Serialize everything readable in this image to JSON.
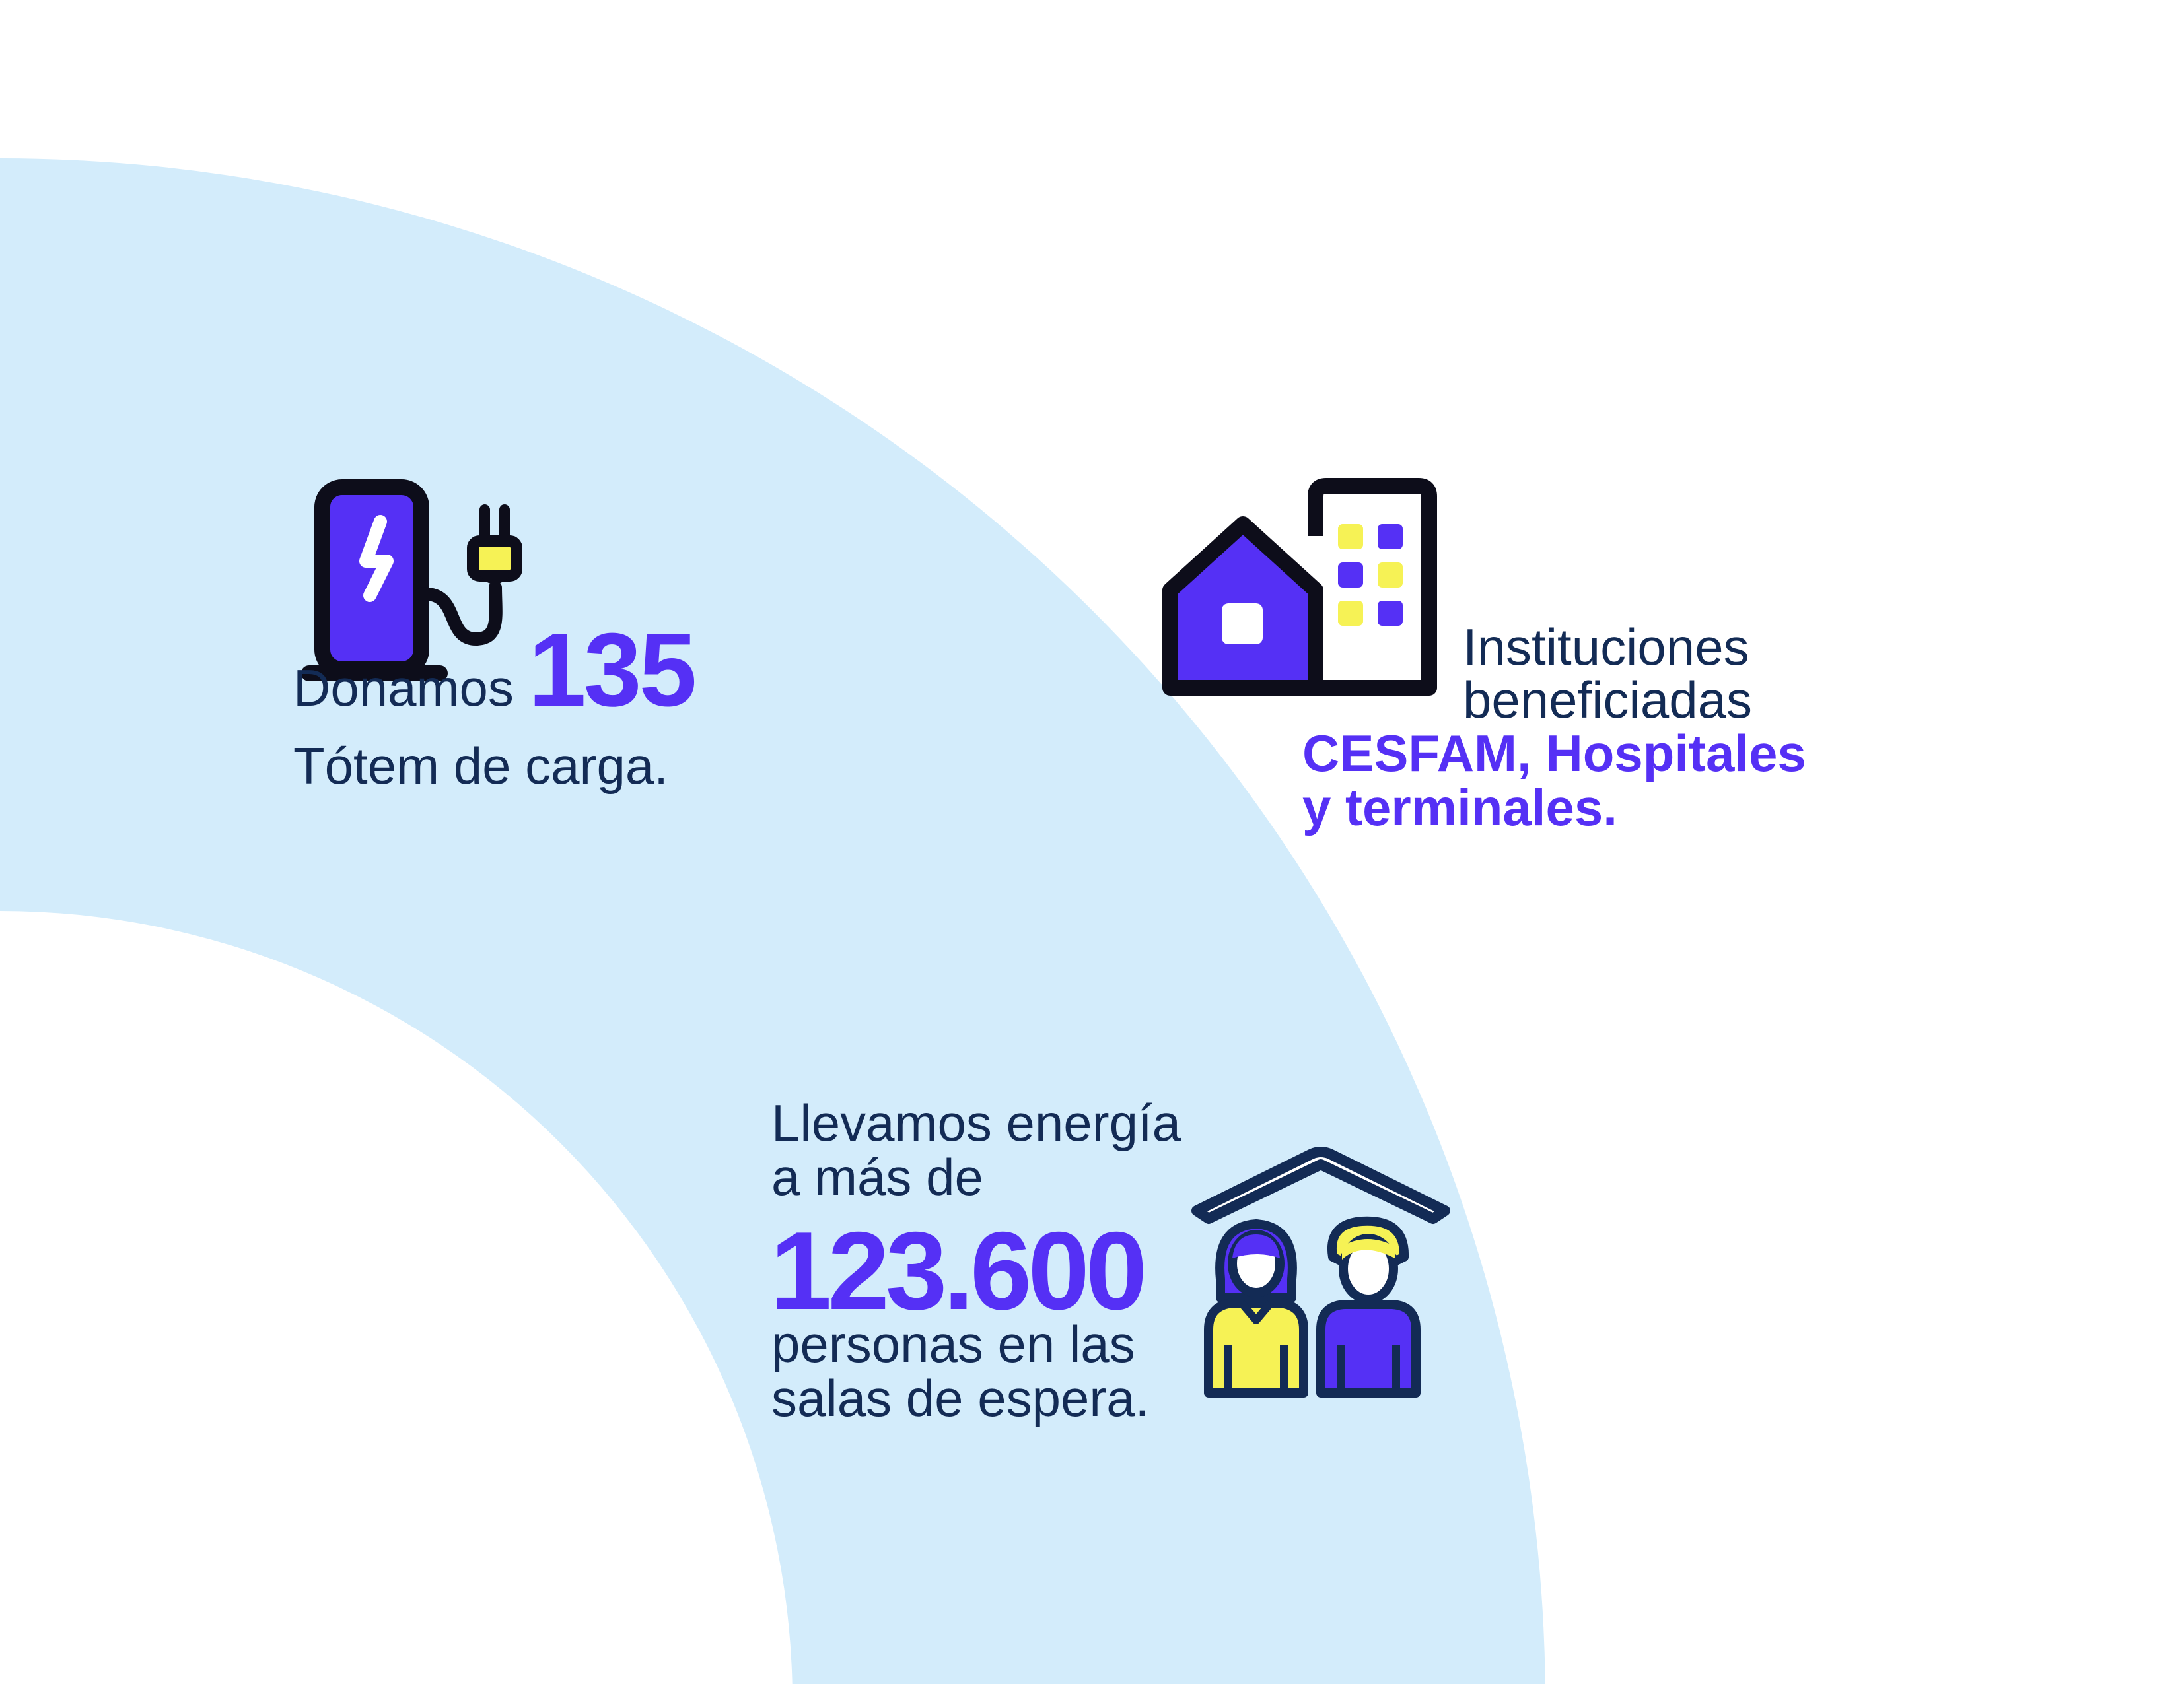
{
  "colors": {
    "background": "#ffffff",
    "arc": "#d3ecfb",
    "dark_text": "#132b55",
    "accent": "#5530f5",
    "yellow": "#f6f255",
    "icon_outline": "#0d0d1a"
  },
  "blocks": {
    "totem": {
      "icon": "charging-station-icon",
      "label": "Donamos",
      "number": "135",
      "caption": "Tótem de carga."
    },
    "institutions": {
      "icon": "house-and-building-icon",
      "line1": "Instituciones",
      "line2": "beneficiadas",
      "highlight_line1": "CESFAM, Hospitales",
      "highlight_line2": "y terminales."
    },
    "people": {
      "icon": "people-under-roof-icon",
      "line1": "Llevamos energía",
      "line2": "a más de",
      "number": "123.600",
      "line3": "personas en las",
      "line4": "salas de espera."
    }
  }
}
